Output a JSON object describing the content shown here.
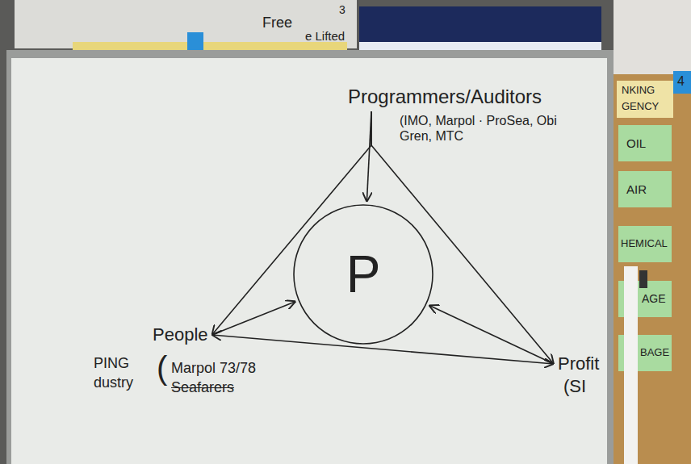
{
  "diagram": {
    "nodes": [
      {
        "text": [
          "Programmers/Auditors"
        ]
      },
      {
        "text": [
          "P"
        ]
      },
      {
        "text": [
          "People"
        ]
      },
      {
        "text": [
          "Profit"
        ]
      }
    ],
    "edges": [
      {
        "from": 0,
        "to": 1,
        "arrow": "to"
      },
      {
        "from": 0,
        "to": 2,
        "arrow": "to"
      },
      {
        "from": 0,
        "to": 3,
        "arrow": "to"
      },
      {
        "from": 2,
        "to": 1,
        "arrow": "to"
      },
      {
        "from": 3,
        "to": 1,
        "arrow": "to"
      },
      {
        "from": 2,
        "to": 3,
        "arrow": "both"
      }
    ],
    "labels": [
      "Free",
      "e Lifted",
      "3",
      "4",
      "NKING",
      "GENCY",
      "OIL",
      "AIR",
      "HEMICAL",
      "AGE",
      "BAGE",
      "(IMO, Marpol · ProSea, Obi Gren, MTC",
      "PING",
      "dustry",
      "(",
      "Marpol 73/78",
      "Seafarers",
      "(SI"
    ]
  }
}
